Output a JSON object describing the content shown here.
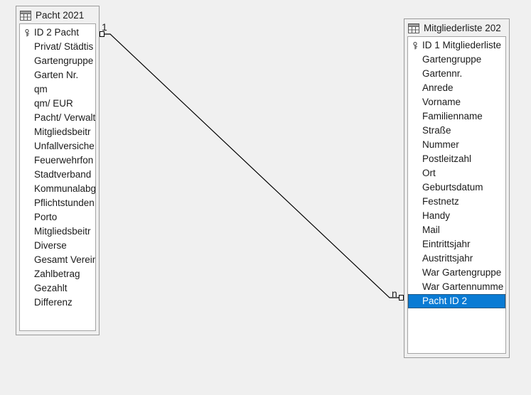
{
  "app": {
    "view_name": "relationships-canvas",
    "background_color": "#f0f0f0"
  },
  "tables": [
    {
      "id": "pacht",
      "title": "Pacht 2021",
      "title_truncated": false,
      "icon": "table-icon",
      "fields": [
        {
          "label": "ID 2 Pacht",
          "primary_key": true,
          "selected": false
        },
        {
          "label": "Privat/ Städtis",
          "primary_key": false,
          "selected": false
        },
        {
          "label": "Gartengruppe",
          "primary_key": false,
          "selected": false
        },
        {
          "label": "Garten Nr.",
          "primary_key": false,
          "selected": false
        },
        {
          "label": "qm",
          "primary_key": false,
          "selected": false
        },
        {
          "label": "qm/ EUR",
          "primary_key": false,
          "selected": false
        },
        {
          "label": "Pacht/ Verwalt",
          "primary_key": false,
          "selected": false
        },
        {
          "label": "Mitgliedsbeitr",
          "primary_key": false,
          "selected": false
        },
        {
          "label": "Unfallversiche",
          "primary_key": false,
          "selected": false
        },
        {
          "label": "Feuerwehrfon",
          "primary_key": false,
          "selected": false
        },
        {
          "label": "Stadtverband",
          "primary_key": false,
          "selected": false
        },
        {
          "label": "Kommunalabg",
          "primary_key": false,
          "selected": false
        },
        {
          "label": "Pflichtstunden",
          "primary_key": false,
          "selected": false
        },
        {
          "label": "Porto",
          "primary_key": false,
          "selected": false
        },
        {
          "label": "Mitgliedsbeitr",
          "primary_key": false,
          "selected": false
        },
        {
          "label": "Diverse",
          "primary_key": false,
          "selected": false
        },
        {
          "label": "Gesamt Verein",
          "primary_key": false,
          "selected": false
        },
        {
          "label": "Zahlbetrag",
          "primary_key": false,
          "selected": false
        },
        {
          "label": "Gezahlt",
          "primary_key": false,
          "selected": false
        },
        {
          "label": "Differenz",
          "primary_key": false,
          "selected": false
        }
      ]
    },
    {
      "id": "mitglieder",
      "title": "Mitgliederliste 202",
      "title_truncated": true,
      "icon": "table-icon",
      "fields": [
        {
          "label": "ID 1 Mitgliederliste",
          "primary_key": true,
          "selected": false
        },
        {
          "label": "Gartengruppe",
          "primary_key": false,
          "selected": false
        },
        {
          "label": "Gartennr.",
          "primary_key": false,
          "selected": false
        },
        {
          "label": "Anrede",
          "primary_key": false,
          "selected": false
        },
        {
          "label": "Vorname",
          "primary_key": false,
          "selected": false
        },
        {
          "label": "Familienname",
          "primary_key": false,
          "selected": false
        },
        {
          "label": "Straße",
          "primary_key": false,
          "selected": false
        },
        {
          "label": "Nummer",
          "primary_key": false,
          "selected": false
        },
        {
          "label": "Postleitzahl",
          "primary_key": false,
          "selected": false
        },
        {
          "label": "Ort",
          "primary_key": false,
          "selected": false
        },
        {
          "label": "Geburtsdatum",
          "primary_key": false,
          "selected": false
        },
        {
          "label": "Festnetz",
          "primary_key": false,
          "selected": false
        },
        {
          "label": "Handy",
          "primary_key": false,
          "selected": false
        },
        {
          "label": "Mail",
          "primary_key": false,
          "selected": false
        },
        {
          "label": "Eintrittsjahr",
          "primary_key": false,
          "selected": false
        },
        {
          "label": "Austrittsjahr",
          "primary_key": false,
          "selected": false
        },
        {
          "label": "War Gartengruppe",
          "primary_key": false,
          "selected": false
        },
        {
          "label": "War Gartennumme",
          "primary_key": false,
          "selected": false
        },
        {
          "label": "Pacht ID 2",
          "primary_key": false,
          "selected": true
        }
      ]
    }
  ],
  "relationship": {
    "left_cardinality": "1",
    "right_cardinality": "n",
    "line_color": "#000000",
    "from_table": "pacht",
    "to_table": "mitglieder"
  },
  "colors": {
    "selection_blue": "#0a7bd4",
    "selection_text": "#ffffff",
    "window_background": "#f0f0f0",
    "list_background": "#ffffff",
    "border": "#9a9a9a",
    "text": "#1b1b1b"
  }
}
